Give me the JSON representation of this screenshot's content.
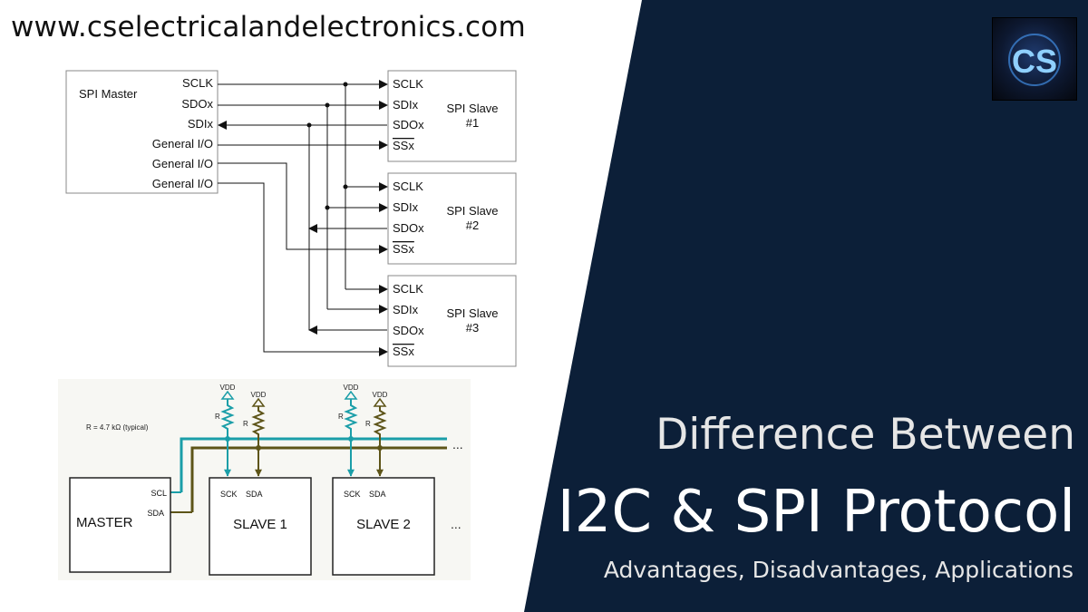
{
  "site_url": "www.cselectricalandelectronics.com",
  "logo_text": "CS",
  "title_line1": "Difference Between",
  "title_line2": "I2C & SPI Protocol",
  "title_line3": "Advantages, Disadvantages, Applications",
  "colors": {
    "dark_panel": "#0c1f38",
    "teal_wire": "#1a9ea8",
    "olive_wire": "#5d5418"
  },
  "spi": {
    "master_title": "SPI Master",
    "master_pins": [
      "SCLK",
      "SDOx",
      "SDIx",
      "General I/O",
      "General I/O",
      "General I/O"
    ],
    "slave_pins": [
      "SCLK",
      "SDIx",
      "SDOx",
      "SSx"
    ],
    "slave_name": "SPI Slave",
    "slave_nums": [
      "#1",
      "#2",
      "#3"
    ]
  },
  "i2c": {
    "resistor_note": "R = 4.7 kΩ (typical)",
    "vdd": "VDD",
    "r_label": "R",
    "master_label": "MASTER",
    "master_pins": [
      "SCL",
      "SDA"
    ],
    "slave_pins": [
      "SCK",
      "SDA"
    ],
    "slaves": [
      "SLAVE 1",
      "SLAVE 2"
    ],
    "ellipsis": "..."
  }
}
